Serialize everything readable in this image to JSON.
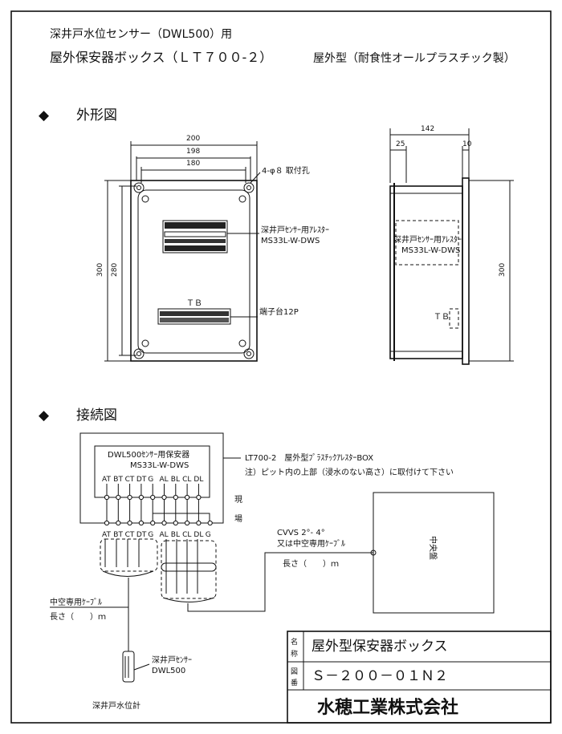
{
  "header": {
    "line1": "深井戸水位センサー（DWL500）用",
    "line2": "屋外保安器ボックス（ＬＴ７００-２）",
    "line2_note": "屋外型（耐食性オールプラスチック製）"
  },
  "section_outline": {
    "bullet": "◆",
    "title": "外形図"
  },
  "front_view": {
    "dim_width_outer": "200",
    "dim_width_mid": "198",
    "dim_width_inner": "180",
    "dim_height_outer": "300",
    "dim_height_inner": "280",
    "mount_hole_label": "4-φ８ 取付孔",
    "arrester_label_1": "深井戸ｾﾝｻｰ用ｱﾚｽﾀｰ",
    "arrester_label_2": "MS33L-W-DWS",
    "tb_label": "ＴＢ",
    "terminal_label": "端子台12P"
  },
  "side_view": {
    "dim_depth": "142",
    "dim_left": "25",
    "dim_right": "10",
    "dim_height": "300",
    "arrester_label_1": "深井戸ｾﾝｻｰ用ｱﾚｽﾀｰ",
    "arrester_label_2": "MS33L-W-DWS",
    "tb_label": "ＴＢ"
  },
  "section_connection": {
    "bullet": "◆",
    "title": "接続図"
  },
  "connection": {
    "protector_title_1": "DWL500ｾﾝｻｰ用保安器",
    "protector_title_2": "MS33L-W-DWS",
    "protector_terms": [
      "AT",
      "BT",
      "CT",
      "DT",
      "G",
      "AL",
      "BL",
      "CL",
      "DL"
    ],
    "strip_terms": [
      "AT",
      "BT",
      "CT",
      "DT",
      "G",
      "AL",
      "BL",
      "CL",
      "DL",
      "G"
    ],
    "box_label": "LT700-2　屋外型ﾌﾟﾗｽﾁｯｸｱﾚｽﾀｰBOX",
    "box_note": "注）ピット内の上部（浸水のない高さ）に取付けて下さい",
    "site_label_1": "現",
    "site_label_2": "場",
    "cable_spec_1": "CVVS 2°- 4°",
    "cable_spec_2": "又は中空専用ｹｰﾌﾞﾙ",
    "cable_len_right": "長さ（　　）ｍ",
    "panel_label": "中央盤",
    "hollow_cable": "中空専用ｹｰﾌﾞﾙ",
    "cable_len_left": "長さ（　　）ｍ",
    "sensor_label_1": "深井戸ｾﾝｻｰ",
    "sensor_label_2": "DWL500",
    "gauge_label": "深井戸水位計"
  },
  "title_block": {
    "name_label": "名称",
    "name_value": "屋外型保安器ボックス",
    "drawing_label": "図番",
    "drawing_value": "Ｓ－２００－０１Ｎ２",
    "company": "水穂工業株式会社"
  }
}
